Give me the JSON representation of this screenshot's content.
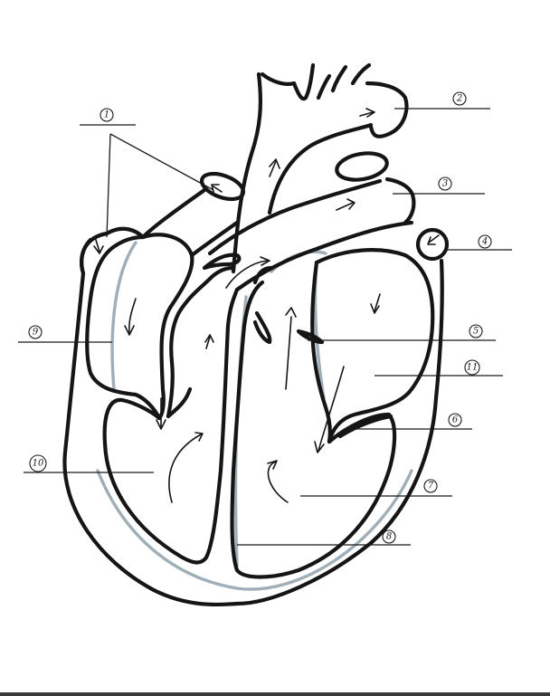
{
  "labels": [
    {
      "id": "1",
      "text": "1"
    },
    {
      "id": "2",
      "text": "2"
    },
    {
      "id": "3",
      "text": "3"
    },
    {
      "id": "4",
      "text": "4"
    },
    {
      "id": "5",
      "text": "5"
    },
    {
      "id": "6",
      "text": "6"
    },
    {
      "id": "7",
      "text": "7"
    },
    {
      "id": "8",
      "text": "8"
    },
    {
      "id": "9",
      "text": "9"
    },
    {
      "id": "10",
      "text": "10"
    },
    {
      "id": "11",
      "text": "11"
    }
  ],
  "colors": {
    "ink": "#151515",
    "paper": "#ffffff",
    "shadow": "#8fa0ac"
  }
}
